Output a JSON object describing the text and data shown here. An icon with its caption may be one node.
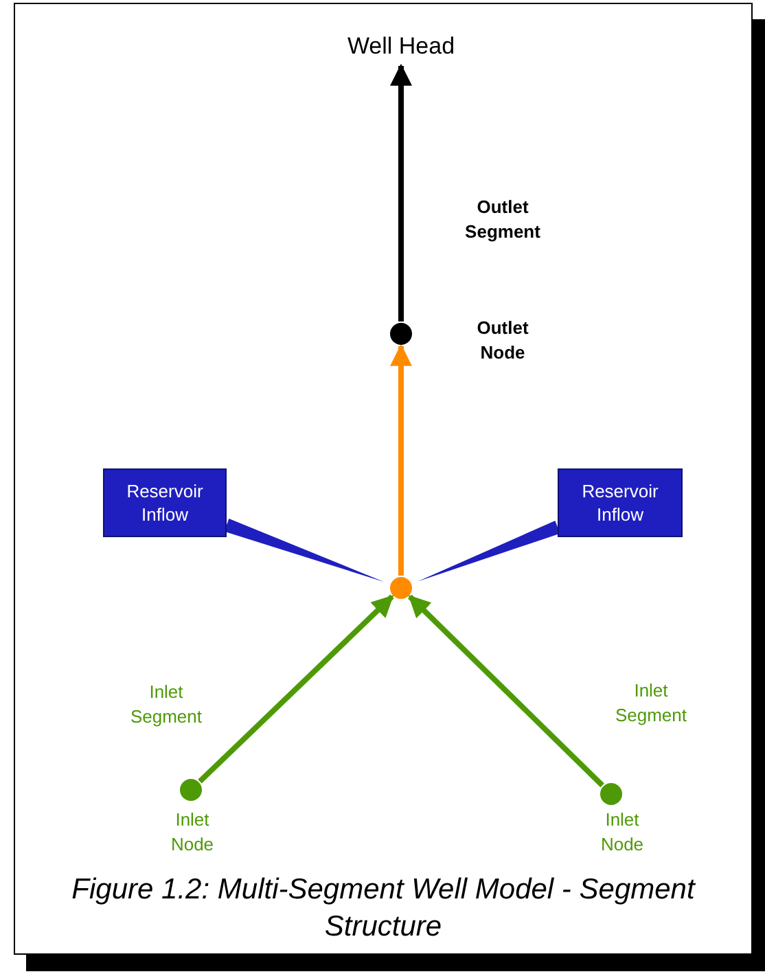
{
  "diagram": {
    "caption": "Figure 1.2: Multi-Segment Well Model - Segment Structure",
    "nodes": [
      {
        "text": [
          "Well Head"
        ]
      },
      {
        "text": [],
        "shape": "circle",
        "beside": [
          "Outlet Node"
        ]
      },
      {
        "text": [],
        "shape": "circle"
      },
      {
        "text": [
          "Reservoir Inflow"
        ]
      },
      {
        "text": [
          "Reservoir Inflow"
        ]
      },
      {
        "text": [],
        "shape": "circle",
        "beside": [
          "Inlet Node"
        ]
      },
      {
        "text": [],
        "shape": "circle",
        "beside": [
          "Inlet Node"
        ]
      }
    ],
    "edges": [
      {
        "from": 1,
        "to": 0,
        "arrow": "to",
        "label": "Outlet Segment",
        "color": "#000000"
      },
      {
        "from": 2,
        "to": 1,
        "arrow": "to",
        "color": "#ff8c00"
      },
      {
        "from": 5,
        "to": 2,
        "arrow": "to",
        "label": "Inlet Segment",
        "color": "#4e9a06"
      },
      {
        "from": 6,
        "to": 2,
        "arrow": "to",
        "label": "Inlet Segment",
        "color": "#4e9a06"
      },
      {
        "from": 3,
        "to": 2,
        "arrow": "none",
        "color": "#1f1fbf"
      },
      {
        "from": 4,
        "to": 2,
        "arrow": "none",
        "color": "#1f1fbf"
      }
    ]
  }
}
